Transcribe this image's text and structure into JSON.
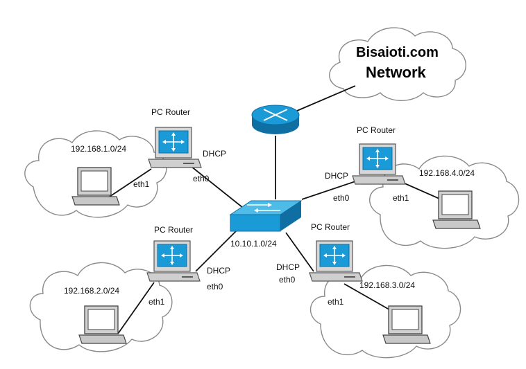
{
  "internet_cloud": {
    "title": "Bisaioti.com",
    "subtitle": "Network"
  },
  "core": {
    "subnet_label": "10.10.1.0/24",
    "router_icon": "router-icon",
    "switch_icon": "switch-icon"
  },
  "routers": [
    {
      "id": "top-left",
      "title": "PC Router",
      "wan_mode": "DHCP",
      "wan_if": "eth0",
      "lan_if": "eth1",
      "lan_subnet": "192.168.1.0/24"
    },
    {
      "id": "bottom-left",
      "title": "PC Router",
      "wan_mode": "DHCP",
      "wan_if": "eth0",
      "lan_if": "eth1",
      "lan_subnet": "192.168.2.0/24"
    },
    {
      "id": "bottom-right",
      "title": "PC Router",
      "wan_mode": "DHCP",
      "wan_if": "eth0",
      "lan_if": "eth1",
      "lan_subnet": "192.168.3.0/24"
    },
    {
      "id": "top-right",
      "title": "PC Router",
      "wan_mode": "DHCP",
      "wan_if": "eth0",
      "lan_if": "eth1",
      "lan_subnet": "192.168.4.0/24"
    }
  ],
  "colors": {
    "device_blue": "#1a9ad6",
    "device_blue_dark": "#0f6fa3",
    "pc_gray": "#c8c8c8",
    "cloud_stroke": "#8a8a8a"
  }
}
